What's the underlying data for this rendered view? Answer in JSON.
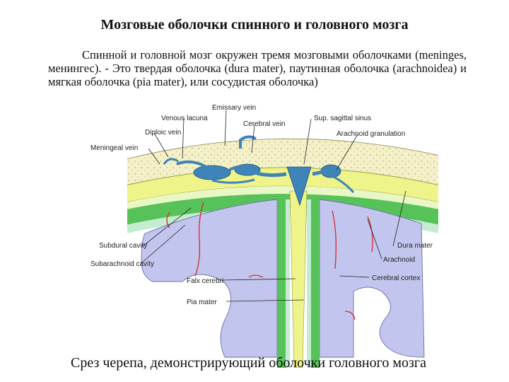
{
  "title": "Мозговые оболочки спинного и головного мозга",
  "intro": "Спинной и головной мозг окружен тремя мозговыми оболочками (meninges, менингес). - Это твердая оболочка (dura mater), паутинная оболочка (arachnoidea) и мягкая оболочка (pia mater), или сосудистая оболочка)",
  "diagram": {
    "labels": {
      "emissary_vein": "Emissary vein",
      "venous_lacuna": "Venous lacuna",
      "cerebral_vein": "Cerebral vein",
      "sup_sagittal_sinus": "Sup. sagittal sinus",
      "diploic_vein": "Diploic vein",
      "arachnoid_granulation": "Arachnoid granulation",
      "meningeal_vein": "Meningeal vein",
      "subdural_cavity": "Subdural cavity",
      "subarachnoid_cavity": "Subarachnoid cavity",
      "dura_mater": "Dura mater",
      "arachnoid": "Arachnoid",
      "cerebral_cortex": "Cerebral cortex",
      "falx_cerebri": "Falx cerebri",
      "pia_mater": "Pia mater"
    },
    "colors": {
      "bone": "#f4f0c8",
      "dura": "#eef48a",
      "arachnoid": "#58c25a",
      "subarachnoid": "#c4ecd0",
      "brain": "#c2c6ee",
      "vein": "#3f84b8",
      "vessel_red": "#d8262e"
    }
  },
  "caption": "Срез черепа, демонстрирующий оболочки головного мозга"
}
